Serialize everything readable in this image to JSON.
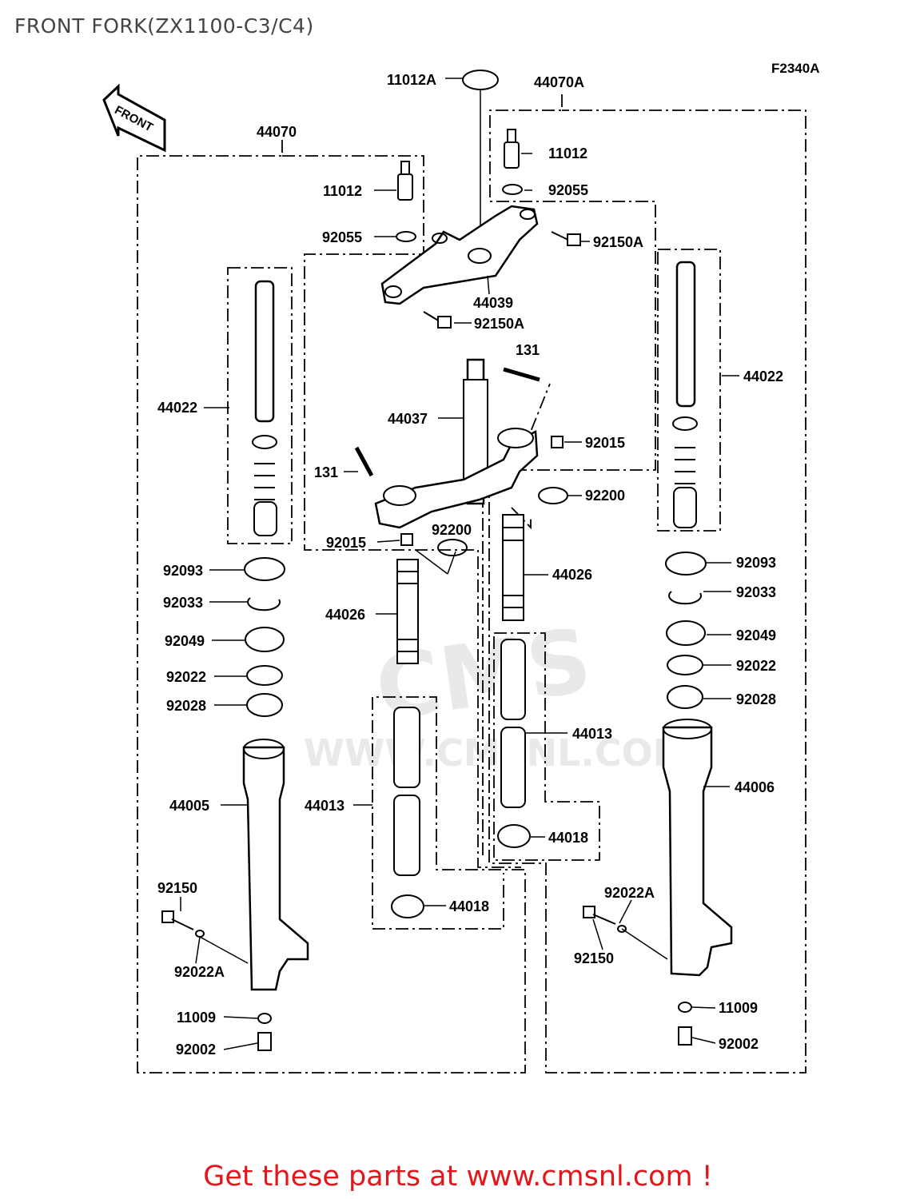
{
  "title": "FRONT FORK(ZX1100-C3/C4)",
  "figure_code": "F2340A",
  "front_arrow_label": "FRONT",
  "watermark": {
    "brand": "CMS",
    "url": "WWW.CMSNL.COM"
  },
  "cta": "Get these parts at www.cmsnl.com !",
  "colors": {
    "ink": "#000000",
    "cta": "#e3161b",
    "title": "#444444",
    "watermark": "#e9e9e9"
  },
  "labels": {
    "p11012a": "11012A",
    "p44070a": "44070A",
    "p44070": "44070",
    "p11012_l": "11012",
    "p11012_r": "11012",
    "p92055_l": "92055",
    "p92055_r": "92055",
    "p92150a_r": "92150A",
    "p44039": "44039",
    "p92150a_c": "92150A",
    "p131_t": "131",
    "p44022_l": "44022",
    "p44022_r": "44022",
    "p44037": "44037",
    "p92015_r": "92015",
    "p131_l": "131",
    "p92200_r": "92200",
    "p92200_c": "92200",
    "p92015_c": "92015",
    "p44026_r": "44026",
    "p44026_l": "44026",
    "p92093_l": "92093",
    "p92093_r": "92093",
    "p92033_l": "92033",
    "p92033_r": "92033",
    "p92049_l": "92049",
    "p92049_r": "92049",
    "p92022_l": "92022",
    "p92022_r": "92022",
    "p92028_l": "92028",
    "p92028_r": "92028",
    "p44013_r": "44013",
    "p44013_l": "44013",
    "p44005": "44005",
    "p44006": "44006",
    "p44018_r": "44018",
    "p44018_l": "44018",
    "p92150_l": "92150",
    "p92022a_r": "92022A",
    "p92150_r": "92150",
    "p92022a_l": "92022A",
    "p11009_l": "11009",
    "p11009_r": "11009",
    "p92002_l": "92002",
    "p92002_r": "92002"
  }
}
